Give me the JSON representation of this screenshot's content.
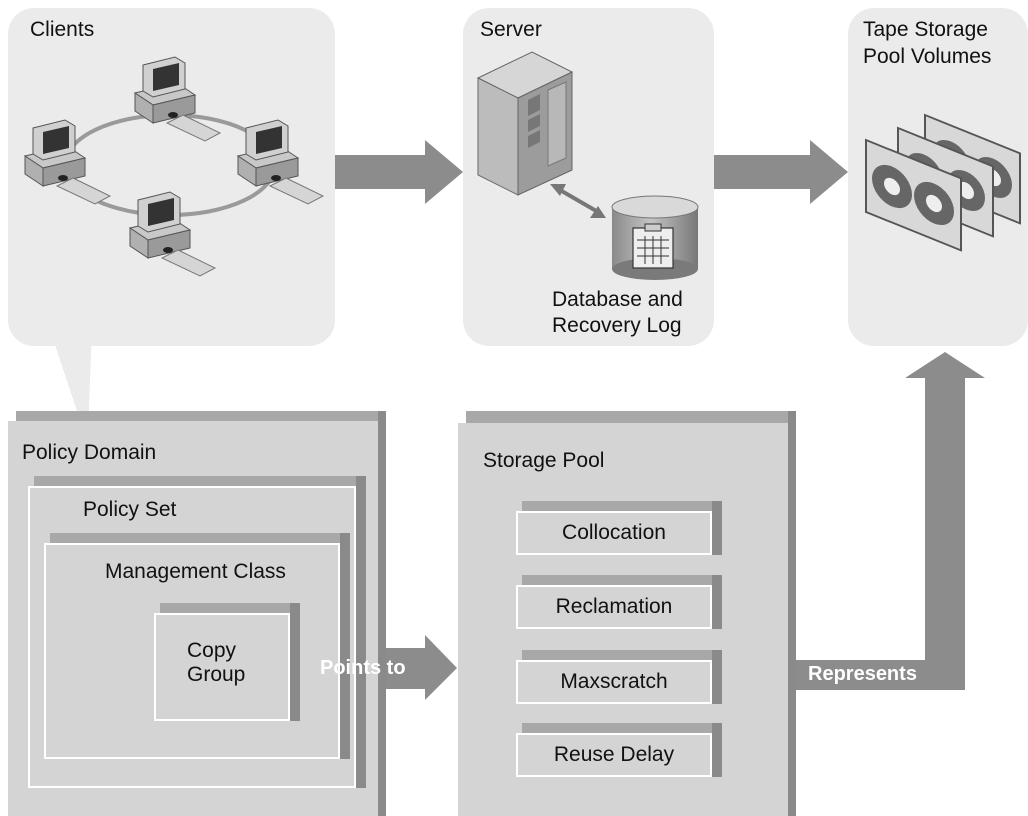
{
  "panels": {
    "clients_title": "Clients",
    "server_title": "Server",
    "tape_title_line1": "Tape Storage",
    "tape_title_line2": "Pool Volumes",
    "database_line1": "Database and",
    "database_line2": "Recovery Log"
  },
  "policy": {
    "domain_label": "Policy Domain",
    "set_label": "Policy Set",
    "class_label": "Management Class",
    "copy_line1": "Copy",
    "copy_line2": "Group"
  },
  "storage_pool": {
    "title": "Storage Pool",
    "items": [
      "Collocation",
      "Reclamation",
      "Maxscratch",
      "Reuse Delay"
    ]
  },
  "arrows": {
    "points_to": "Points to",
    "represents": "Represents"
  }
}
